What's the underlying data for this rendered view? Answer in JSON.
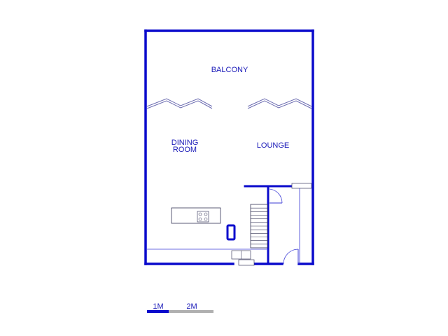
{
  "rooms": {
    "balcony": "BALCONY",
    "dining_line1": "DINING",
    "dining_line2": "ROOM",
    "lounge": "LOUNGE"
  },
  "scale_bar": {
    "label_1": "1M",
    "label_2": "2M"
  },
  "colors": {
    "wall": "#0a0acc",
    "text": "#1a1ab8",
    "scale_primary": "#0a0acc",
    "scale_secondary": "#b0b0b0"
  }
}
